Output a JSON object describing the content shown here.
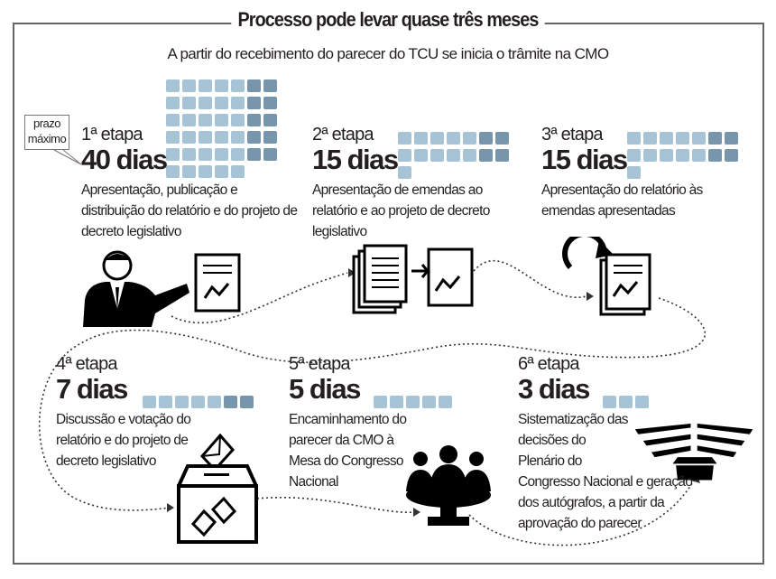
{
  "title": "Processo pode levar quase três meses",
  "subtitle": "A partir do recebimento do parecer do TCU se inicia o trâmite na CMO",
  "callout": {
    "line1": "prazo",
    "line2": "máximo"
  },
  "colors": {
    "weekday": "#a7c4d7",
    "weekend": "#7896ab",
    "text": "#231f20"
  },
  "stages": [
    {
      "etapa": "1ª etapa",
      "dias": "40 dias",
      "days": 40,
      "desc": "Apresentação, publicação e distribuição do relatório e do projeto de decreto legislativo",
      "icon": "presenter-with-document-icon"
    },
    {
      "etapa": "2ª etapa",
      "dias": "15 dias",
      "days": 15,
      "desc": "Apresentação de emendas ao relatório e ao projeto de decreto legislativo",
      "icon": "documents-to-document-icon"
    },
    {
      "etapa": "3ª etapa",
      "dias": "15 dias",
      "days": 15,
      "desc": "Apresentação do relatório às emendas apresentadas",
      "icon": "refresh-document-icon"
    },
    {
      "etapa": "4ª etapa",
      "dias": "7 dias",
      "days": 7,
      "desc": "Discussão e votação do relatório e do projeto de decreto legislativo",
      "icon": "ballot-box-icon"
    },
    {
      "etapa": "5ª etapa",
      "dias": "5 dias",
      "days": 5,
      "desc": "Encaminhamento do parecer da CMO à Mesa do Congresso Nacional",
      "icon": "meeting-table-icon"
    },
    {
      "etapa": "6ª etapa",
      "dias": "3 dias",
      "days": 3,
      "desc": "Sistematização das decisões do Plenário do Congresso Nacional e geração dos autógrafos, a partir da aprovação do parecer",
      "icon": "plenary-icon"
    }
  ]
}
